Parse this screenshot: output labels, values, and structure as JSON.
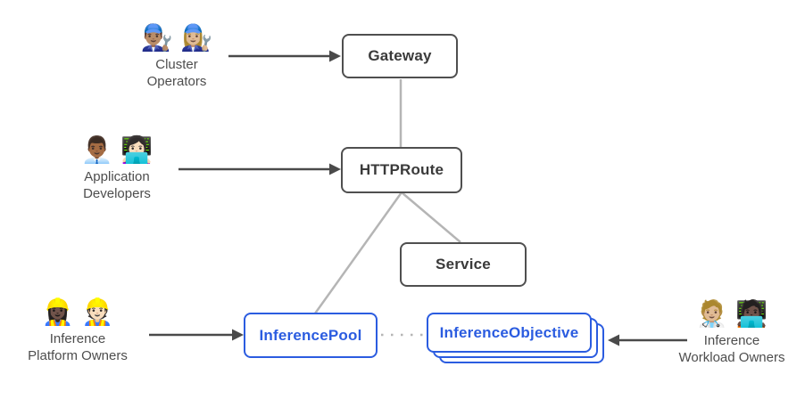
{
  "diagram": {
    "nodes": {
      "gateway": {
        "label": "Gateway"
      },
      "httproute": {
        "label": "HTTPRoute"
      },
      "service": {
        "label": "Service"
      },
      "inference_pool": {
        "label": "InferencePool"
      },
      "inference_objective": {
        "label": "InferenceObjective"
      }
    },
    "actors": {
      "cluster_operators": {
        "emojis": "👨🏽‍🔧 👩🏼‍🔧",
        "line1": "Cluster",
        "line2": "Operators"
      },
      "application_developers": {
        "emojis": "👨🏾‍💼 👩🏻‍💻",
        "line1": "Application",
        "line2": "Developers"
      },
      "inference_platform_owners": {
        "emojis": "👷🏿‍♀️ 👷🏻",
        "line1": "Inference",
        "line2": "Platform Owners"
      },
      "inference_workload_owners": {
        "emojis": "🧑🏼‍⚕️ 🧑🏿‍💻",
        "line1": "Inference",
        "line2": "Workload Owners"
      }
    },
    "colors": {
      "node_border": "#4f4f4f",
      "node_text": "#3a3a3a",
      "accent_blue": "#2b5ce0",
      "connector_gray": "#b5b5b5",
      "arrow_dark": "#4a4a4a",
      "actor_label_text": "#4d4d4d",
      "background": "#ffffff"
    }
  }
}
